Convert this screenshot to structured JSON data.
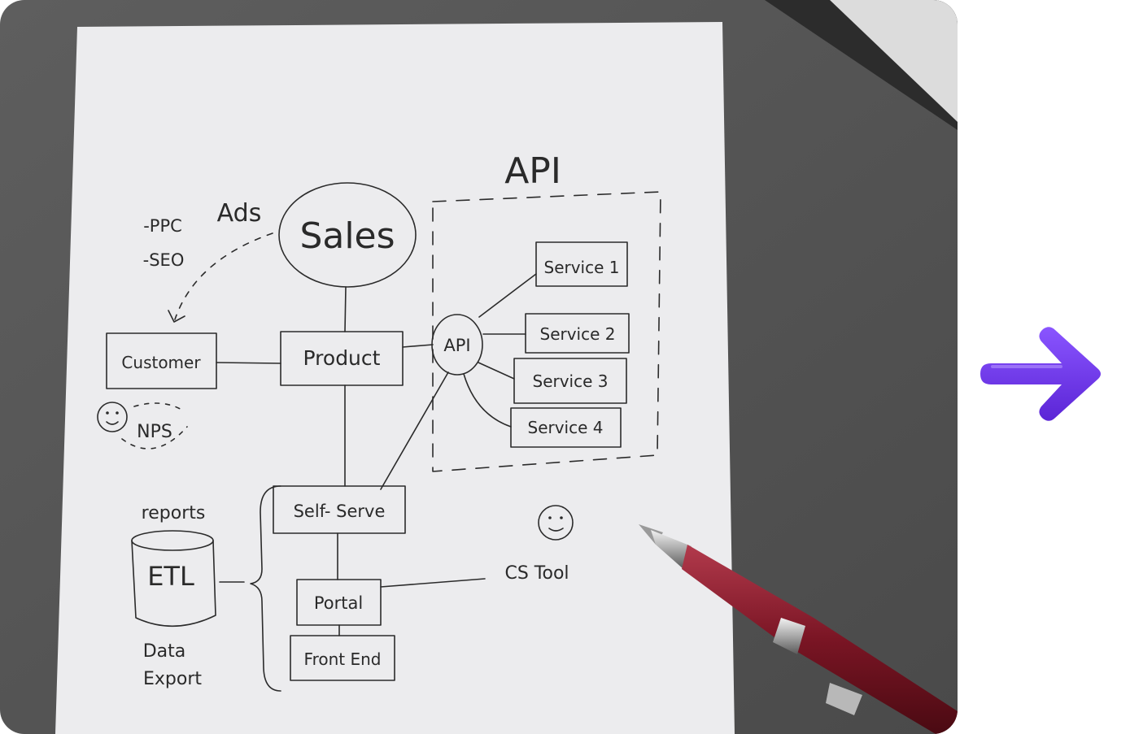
{
  "diagram": {
    "nodes": {
      "sales": "Sales",
      "product": "Product",
      "customer": "Customer",
      "api_hub": "API",
      "service1": "Service 1",
      "service2": "Service 2",
      "service3": "Service 3",
      "service4": "Service 4",
      "self_serve": "Self- Serve",
      "portal": "Portal",
      "front_end": "Front End",
      "etl": "ETL"
    },
    "labels": {
      "api_group": "API",
      "ads": "Ads",
      "ppc": "-PPC",
      "seo": "-SEO",
      "nps": "NPS",
      "reports": "reports",
      "data": "Data",
      "export": "Export",
      "cs_tool": "CS Tool"
    }
  },
  "next_arrow_color": "#7b3ff2"
}
